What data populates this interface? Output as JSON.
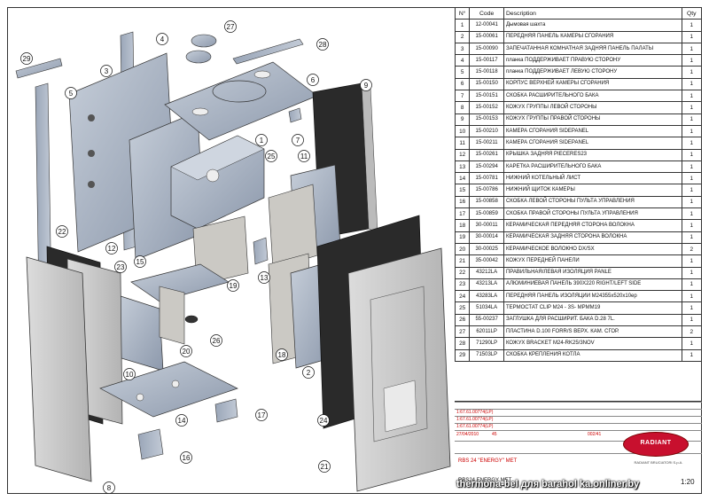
{
  "table": {
    "headers": [
      "N°",
      "Code",
      "Description",
      "Qty"
    ],
    "rows": [
      [
        "1",
        "12-00041",
        "Дымовая шахта",
        "1"
      ],
      [
        "2",
        "15-00061",
        "ПЕРЕДНЯЯ ПАНЕЛЬ КАМЕРЫ СГОРАНИЯ",
        "1"
      ],
      [
        "3",
        "15-00090",
        "ЗАПЕЧАТАННАЯ КОМНАТНАЯ ЗАДНЯЯ ПАНЕЛЬ ПАЛАТЫ",
        "1"
      ],
      [
        "4",
        "15-00117",
        "планка ПОДДЕРЖИВАЕТ ПРАВУЮ СТОРОНУ",
        "1"
      ],
      [
        "5",
        "15-00118",
        "планка ПОДДЕРЖИВАЕТ ЛЕВУЮ СТОРОНУ",
        "1"
      ],
      [
        "6",
        "15-00150",
        "КОРПУС ВЕРХНЕЙ КАМЕРЫ СГОРАНИЯ",
        "1"
      ],
      [
        "7",
        "15-00151",
        "СКОБКА РАСШИРИТЕЛЬНОГО БАКА",
        "1"
      ],
      [
        "8",
        "15-00152",
        "КОЖУХ ГРУППЫ ЛЕВОЙ СТОРОНЫ",
        "1"
      ],
      [
        "9",
        "15-00153",
        "КОЖУХ ГРУППЫ ПРАВОЙ СТОРОНЫ",
        "1"
      ],
      [
        "10",
        "15-00210",
        "КАМЕРА СГОРАНИЯ SIDEPANEL",
        "1"
      ],
      [
        "11",
        "15-00211",
        "КАМЕРА СГОРАНИЯ SIDEPANEL",
        "1"
      ],
      [
        "12",
        "15-00261",
        "КРЫШКА ЗАДНЯЯ PIECERES23",
        "1"
      ],
      [
        "13",
        "15-00294",
        "КАРЕТКА РАСШИРИТЕЛЬНОГО БАКА",
        "1"
      ],
      [
        "14",
        "15-00781",
        "НИЖНИЙ КОТЕЛЬНЫЙ ЛИСТ",
        "1"
      ],
      [
        "15",
        "15-00786",
        "НИЖНИЙ ЩИТОК КАМЕРЫ",
        "1"
      ],
      [
        "16",
        "15-00858",
        "СКОБКА ЛЕВОЙ СТОРОНЫ ПУЛЬТА УПРАВЛЕНИЯ",
        "1"
      ],
      [
        "17",
        "15-00859",
        "СКОБКА ПРАВОЙ СТОРОНЫ ПУЛЬТА УПРАВЛЕНИЯ",
        "1"
      ],
      [
        "18",
        "30-00011",
        "КЕРАМИЧЕСКАЯ ПЕРЕДНЯЯ СТОРОНА ВОЛОКНА",
        "1"
      ],
      [
        "19",
        "30-00014",
        "КЕРАМИЧЕСКАЯ ЗАДНЯЯ СТОРОНА ВОЛОКНА",
        "1"
      ],
      [
        "20",
        "30-00025",
        "КЕРАМИЧЕСКОЕ ВОЛОКНО DX/SX",
        "2"
      ],
      [
        "21",
        "35-00042",
        "КОЖУХ ПЕРЕДНЕЙ ПАНЕЛИ",
        "1"
      ],
      [
        "22",
        "43212LA",
        "ПРАВИЛЬНАЯ/ЛЕВАЯ ИЗОЛЯЦИЯ PANLE",
        "1"
      ],
      [
        "23",
        "43213LA",
        "АЛЮМИНИЕВАЯ ПАНЕЛЬ 390X220 RIGHT/LEFT SIDE",
        "1"
      ],
      [
        "24",
        "43283LA",
        "ПЕРЕДНЯЯ ПАНЕЛЬ ИЗОЛЯЦИИ M24355x520x10ep",
        "1"
      ],
      [
        "25",
        "51034LA",
        "ТЕРМОСТАТ CLIP M24 - 3S- MPMM19",
        "1"
      ],
      [
        "26",
        "55-00237",
        "ЗАГЛУШКА ДЛЯ РАСШИРИТ. БАКА D.28 7L.",
        "1"
      ],
      [
        "27",
        "62011LP",
        "ПЛАСТИНА D.100 FORR/S ВЕРХ. КАМ. СГОР.",
        "2"
      ],
      [
        "28",
        "71290LP",
        "КОЖУХ BRACKET M24-RK25/3NOV",
        "1"
      ],
      [
        "29",
        "71503LP",
        "СКОБКА КРЕПЛЕНИЯ КОТЛА",
        "1"
      ]
    ]
  },
  "callouts": [
    "1",
    "2",
    "3",
    "4",
    "5",
    "6",
    "7",
    "8",
    "9",
    "10",
    "11",
    "12",
    "13",
    "14",
    "15",
    "16",
    "17",
    "18",
    "19",
    "20",
    "21",
    "22",
    "23",
    "24",
    "25",
    "26",
    "27",
    "28",
    "29"
  ],
  "titleblock": {
    "model": "RBS 24 \"ENERGY\" MET",
    "brand": "RADIANT",
    "company": "RADIANT BRUCIATORI S.p.A.",
    "drawing_code": "RBS24 ENERGY MET",
    "date": "27/04/2010",
    "rev": "45",
    "sheet": "002/41",
    "scale": "1:20",
    "codes": [
      "1:67.61.00774(LP)",
      "1:67.61.00774(LP)",
      "1:67.61.00774(LP)"
    ]
  },
  "watermark": "thermona-bel для barahol ka.onliner.by",
  "colors": {
    "panel": "#aab4c4",
    "panel_dark": "#7d8aa0",
    "ceramic": "#c9c7c2",
    "black": "#222222",
    "logo": "#c8102e"
  }
}
